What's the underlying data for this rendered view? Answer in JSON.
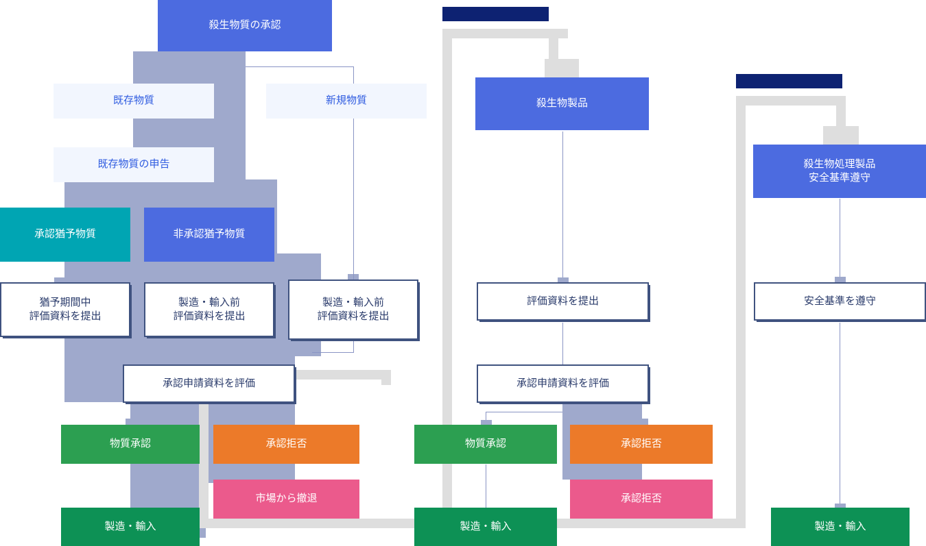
{
  "diagram": {
    "title": "殺生物質・殺生物製品 承認フロー図",
    "colors": {
      "blue": "#4C6BE0",
      "pale_blue": "#F2F6FE",
      "teal": "#00A5B3",
      "green": "#2C9F51",
      "green_dark": "#0D9155",
      "orange": "#EC7A29",
      "pink": "#EB5A8C",
      "navy_bar": "#0D2272",
      "connector_periwinkle": "#9FA9CC",
      "bracket_grey": "#DEDEDE",
      "box_border_navy": "#3F527F",
      "text_blue": "#2E5BE0",
      "text_navy": "#2A3B6B"
    },
    "columns": [
      {
        "id": "substance",
        "banner": "",
        "nodes": [
          "殺生物質の承認",
          "既存物質",
          "新規物質",
          "既存物質の申告",
          "承認猶予物質",
          "非承認猶予物質",
          "猶予期間中\n評価資料を提出",
          "製造・輸入前\n評価資料を提出",
          "製造・輸入前\n評価資料を提出",
          "承認申請資料を評価",
          "物質承認",
          "承認拒否",
          "市場から撤退",
          "製造・輸入"
        ]
      },
      {
        "id": "product",
        "banner": "",
        "nodes": [
          "殺生物製品",
          "評価資料を提出",
          "承認申請資料を評価",
          "物質承認",
          "承認拒否",
          "承認拒否",
          "製造・輸入"
        ]
      },
      {
        "id": "treated",
        "banner": "",
        "nodes": [
          "殺生物処理製品\n安全基準遵守",
          "安全基準を遵守",
          "製造・輸入"
        ]
      }
    ],
    "nodes": {
      "approval_of_biocidal_substance": "殺生物質の承認",
      "existing_substance": "既存物質",
      "new_substance": "新規物質",
      "existing_substance_declaration": "既存物質の申告",
      "approval_deferred_substance": "承認猶予物質",
      "non_approval_deferred_substance": "非承認猶予物質",
      "submit_during_grace_line1": "猶予期間中",
      "submit_during_grace_line2": "評価資料を提出",
      "submit_before_manufacture_a_line1": "製造・輸入前",
      "submit_before_manufacture_a_line2": "評価資料を提出",
      "submit_before_manufacture_b_line1": "製造・輸入前",
      "submit_before_manufacture_b_line2": "評価資料を提出",
      "evaluate_application_left": "承認申請資料を評価",
      "substance_approved_left": "物質承認",
      "approval_refused_left": "承認拒否",
      "withdraw_from_market": "市場から撤退",
      "manufacture_import_left": "製造・輸入",
      "biocidal_product": "殺生物製品",
      "submit_evaluation_docs_mid": "評価資料を提出",
      "evaluate_application_mid": "承認申請資料を評価",
      "substance_approved_mid": "物質承認",
      "approval_refused_mid_orange": "承認拒否",
      "approval_refused_mid_pink": "承認拒否",
      "manufacture_import_mid": "製造・輸入",
      "treated_article_line1": "殺生物処理製品",
      "treated_article_line2": "安全基準遵守",
      "comply_safety_standard": "安全基準を遵守",
      "manufacture_import_right": "製造・輸入"
    },
    "banners": {
      "product_banner_label": "",
      "treated_banner_label": ""
    }
  }
}
